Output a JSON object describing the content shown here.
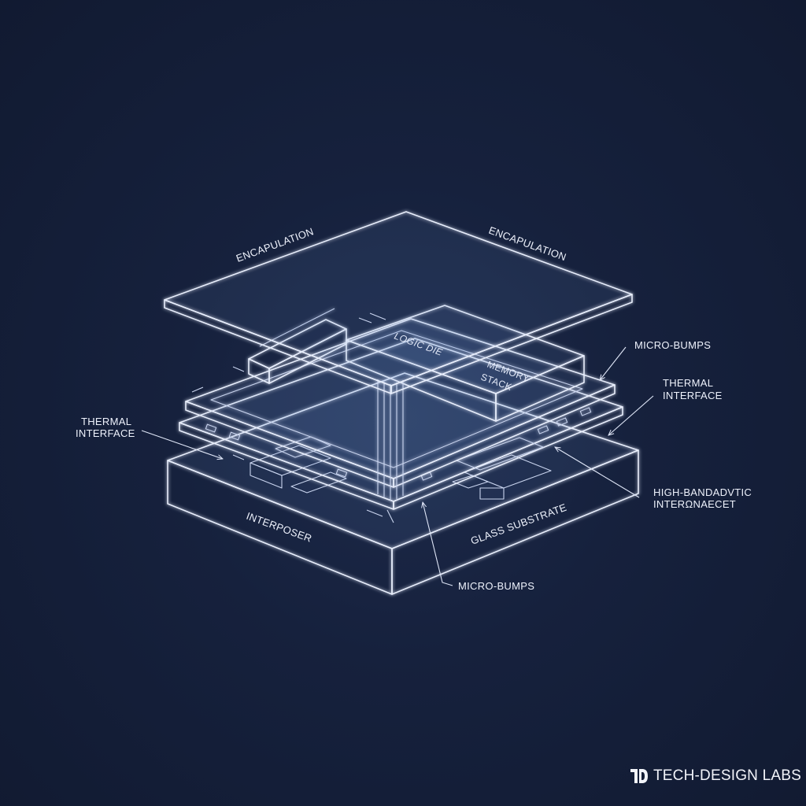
{
  "labels": {
    "encapsulation_left": "ENCAPULATION",
    "encapsulation_right": "ENCAPULATION",
    "logic_die": "LOGIC DIE",
    "memory_stack_line1": "MEMORY",
    "memory_stack_line2": "STACK",
    "micro_bumps_top": "MICRO-BUMPS",
    "thermal_interface_right_line1": "THERMAL",
    "thermal_interface_right_line2": "INTERFACE",
    "thermal_interface_left_line1": "THERMAL",
    "thermal_interface_left_line2": "INTERFACE",
    "high_bandwidth_line1": "HIGH-BANDADVTIC",
    "high_bandwidth_line2": "INTERΩNAECET",
    "interposer": "INTERPOSER",
    "glass_substrate": "GLASS SUBSTRATE",
    "micro_bumps_bottom": "MICRO-BUMPS"
  },
  "brand": {
    "name": "TECH-DESIGN LABS",
    "icon": "td-logo-icon"
  },
  "colors": {
    "background": "#16213d",
    "line": "#e8eefc"
  }
}
